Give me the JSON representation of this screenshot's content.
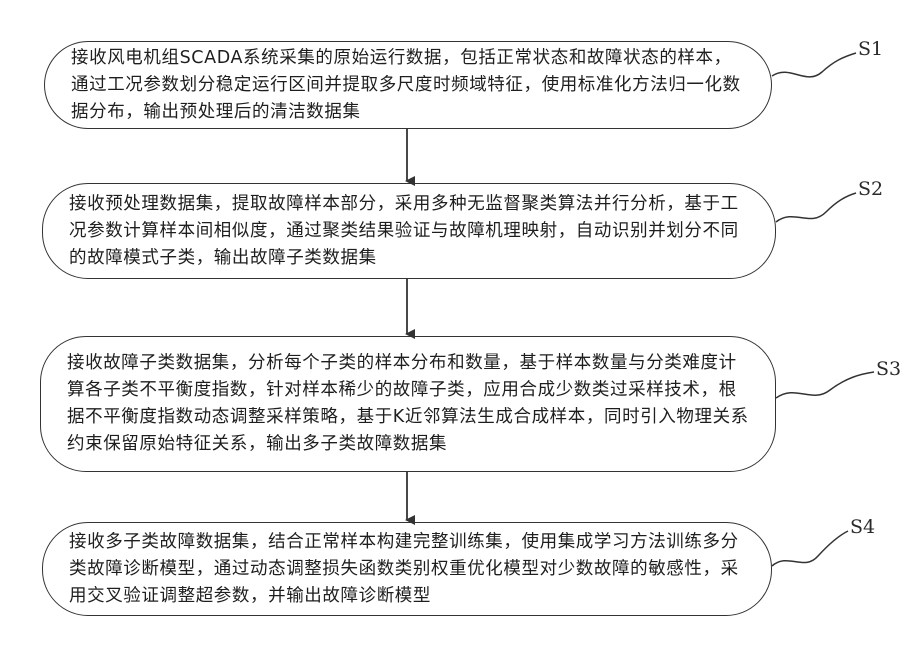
{
  "steps": [
    {
      "id": "S1",
      "label": "S1",
      "text": "接收风电机组SCADA系统采集的原始运行数据，包括正常状态和故障状态的样本，通过工况参数划分稳定运行区间并提取多尺度时频域特征，使用标准化方法归一化数据分布，输出预处理后的清洁数据集"
    },
    {
      "id": "S2",
      "label": "S2",
      "text": "接收预处理数据集，提取故障样本部分，采用多种无监督聚类算法并行分析，基于工况参数计算样本间相似度，通过聚类结果验证与故障机理映射，自动识别并划分不同的故障模式子类，输出故障子类数据集"
    },
    {
      "id": "S3",
      "label": "S3",
      "text": "接收故障子类数据集，分析每个子类的样本分布和数量，基于样本数量与分类难度计算各子类不平衡度指数，针对样本稀少的故障子类，应用合成少数类过采样技术，根据不平衡度指数动态调整采样策略，基于K近邻算法生成合成样本，同时引入物理关系约束保留原始特征关系，输出多子类故障数据集"
    },
    {
      "id": "S4",
      "label": "S4",
      "text": "接收多子类故障数据集，结合正常样本构建完整训练集，使用集成学习方法训练多分类故障诊断模型，通过动态调整损失函数类别权重优化模型对少数故障的敏感性，采用交叉验证调整超参数，并输出故障诊断模型"
    }
  ],
  "colors": {
    "stroke": "#333333",
    "text": "#1e1e1e",
    "background": "#ffffff"
  }
}
